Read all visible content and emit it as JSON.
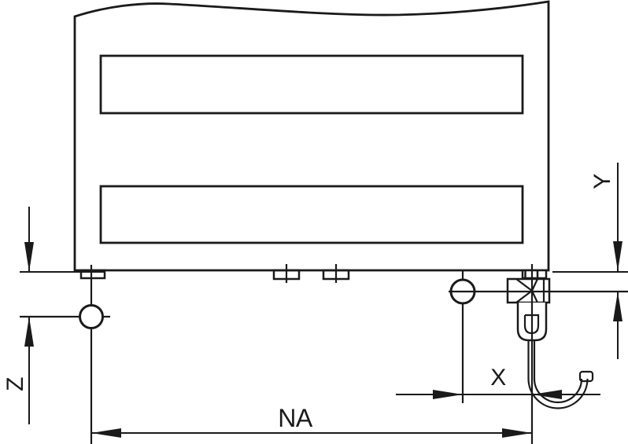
{
  "drawing": {
    "labels": {
      "total_width": "NA",
      "offset_x": "X",
      "offset_y": "Y",
      "offset_z": "Z"
    },
    "colors": {
      "line": "#1a1a1a",
      "background": "#ffffff"
    }
  }
}
